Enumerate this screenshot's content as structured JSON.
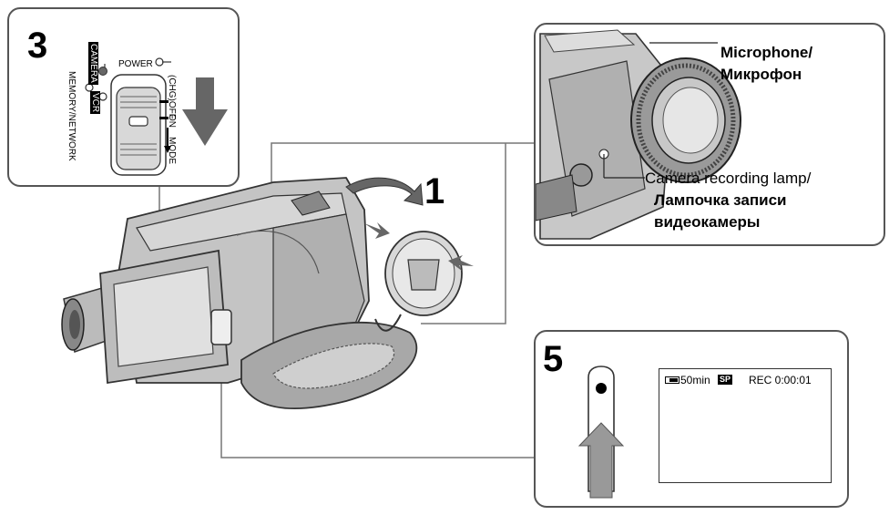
{
  "steps": {
    "s1": "1",
    "s3": "3",
    "s5": "5"
  },
  "switch_panel": {
    "power": "POWER",
    "camera": "CAMERA",
    "memory_network": "MEMORY/NETWORK",
    "vcr": "VCR",
    "chg_off": "(CHG)OFF",
    "on": "ON",
    "mode": "MODE"
  },
  "callouts": {
    "microphone_en": "Microphone/",
    "microphone_ru": "Микрофон",
    "lamp_en": "Camera recording lamp/",
    "lamp_ru_1": "Лампочка записи",
    "lamp_ru_2": "видеокамеры"
  },
  "lcd": {
    "battery": "50min",
    "mode_badge": "SP",
    "rec": "REC 0:00:01"
  },
  "colors": {
    "panel_border": "#555555",
    "arrow": "#666666",
    "panel_fill": "#ffffff"
  }
}
